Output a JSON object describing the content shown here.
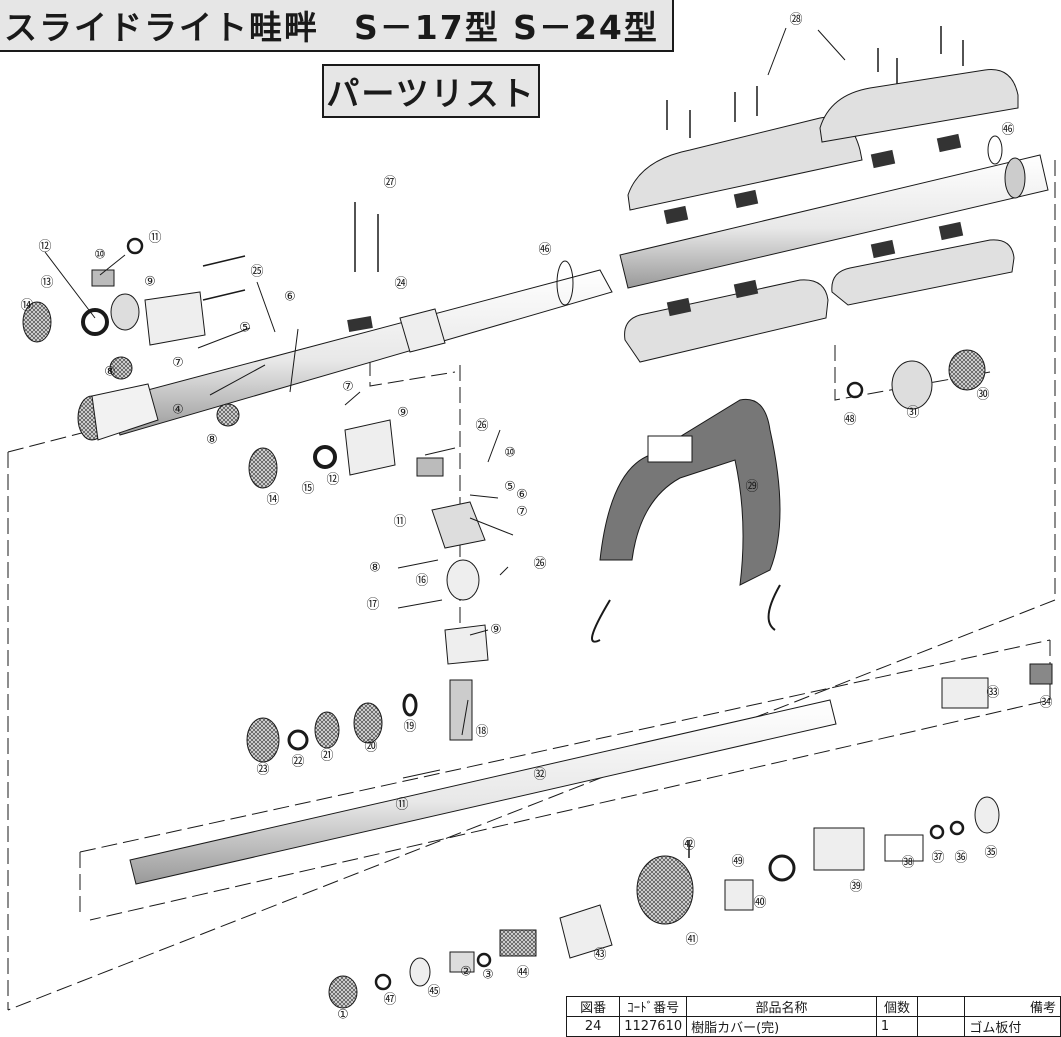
{
  "header": {
    "title": "スライドライト畦畔　S－17型 S－24型",
    "subtitle": "パーツリスト"
  },
  "callouts": [
    "①",
    "②",
    "③",
    "④",
    "⑤",
    "⑥",
    "⑦",
    "⑧",
    "⑨",
    "⑩",
    "⑪",
    "⑫",
    "⑬",
    "⑭",
    "⑮",
    "⑯",
    "⑰",
    "⑱",
    "⑲",
    "⑳",
    "㉑",
    "㉒",
    "㉓",
    "㉔",
    "㉕",
    "㉖",
    "㉗",
    "㉘",
    "㉙",
    "㉚",
    "㉛",
    "㉜",
    "㉝",
    "㉞",
    "㉟",
    "㊱",
    "㊲",
    "㊳",
    "㊴",
    "㊵",
    "㊶",
    "㊷",
    "㊸",
    "㊹",
    "㊺",
    "㊻",
    "㊼",
    "㊽",
    "㊾"
  ],
  "parts_table": {
    "headers": {
      "no": "図番",
      "code": "ｺｰﾄﾞ番号",
      "name": "部品名称",
      "qty": "個数",
      "blank": "",
      "remarks": "備考"
    },
    "rows": [
      {
        "no": "24",
        "code": "1127610",
        "name": "樹脂カバー(完)",
        "qty": "1",
        "blank": "",
        "remarks": "ゴム板付"
      }
    ]
  }
}
